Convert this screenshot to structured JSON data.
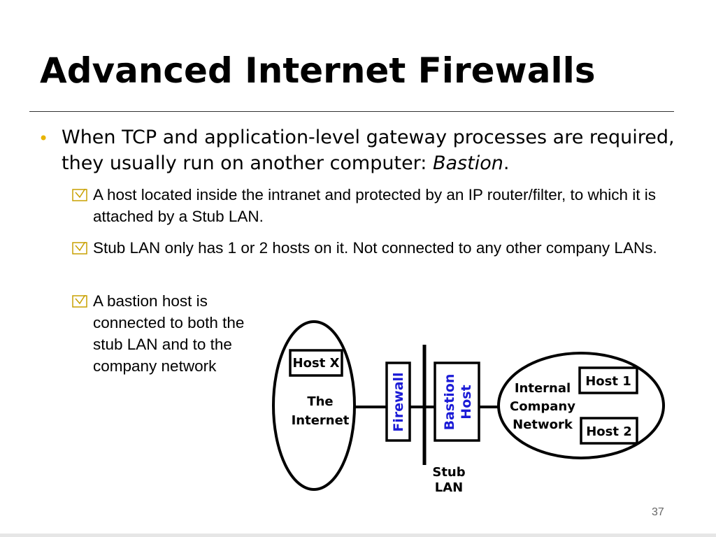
{
  "slide": {
    "title": "Advanced Internet Firewalls",
    "page_number": "37"
  },
  "bullets": {
    "main": {
      "text_before": "When TCP and application-level gateway processes are required, they usually run on another computer: ",
      "emphasis": "Bastion",
      "text_after": "."
    },
    "sub": [
      {
        "text": "A host located inside the intranet and protected by an IP router/filter, to which it is attached by a Stub LAN."
      },
      {
        "text": "Stub LAN only has 1 or 2 hosts on it. Not connected to any other company LANs."
      },
      {
        "text": "A bastion host is connected to both the stub LAN and to the company network"
      }
    ]
  },
  "diagram": {
    "host_x": "Host X",
    "internet_line1": "The",
    "internet_line2": "Internet",
    "firewall": "Firewall",
    "bastion_line1": "Bastion",
    "bastion_line2": "Host",
    "company_line1": "Internal",
    "company_line2": "Company",
    "company_line3": "Network",
    "host_1": "Host 1",
    "host_2": "Host 2",
    "stub_line1": "Stub",
    "stub_line2": "LAN"
  },
  "colors": {
    "bullet": "#e8b400",
    "diagram_text_vertical": "#1a1ad6"
  },
  "icons": {
    "sub_bullet": "checkbox-check-icon"
  }
}
